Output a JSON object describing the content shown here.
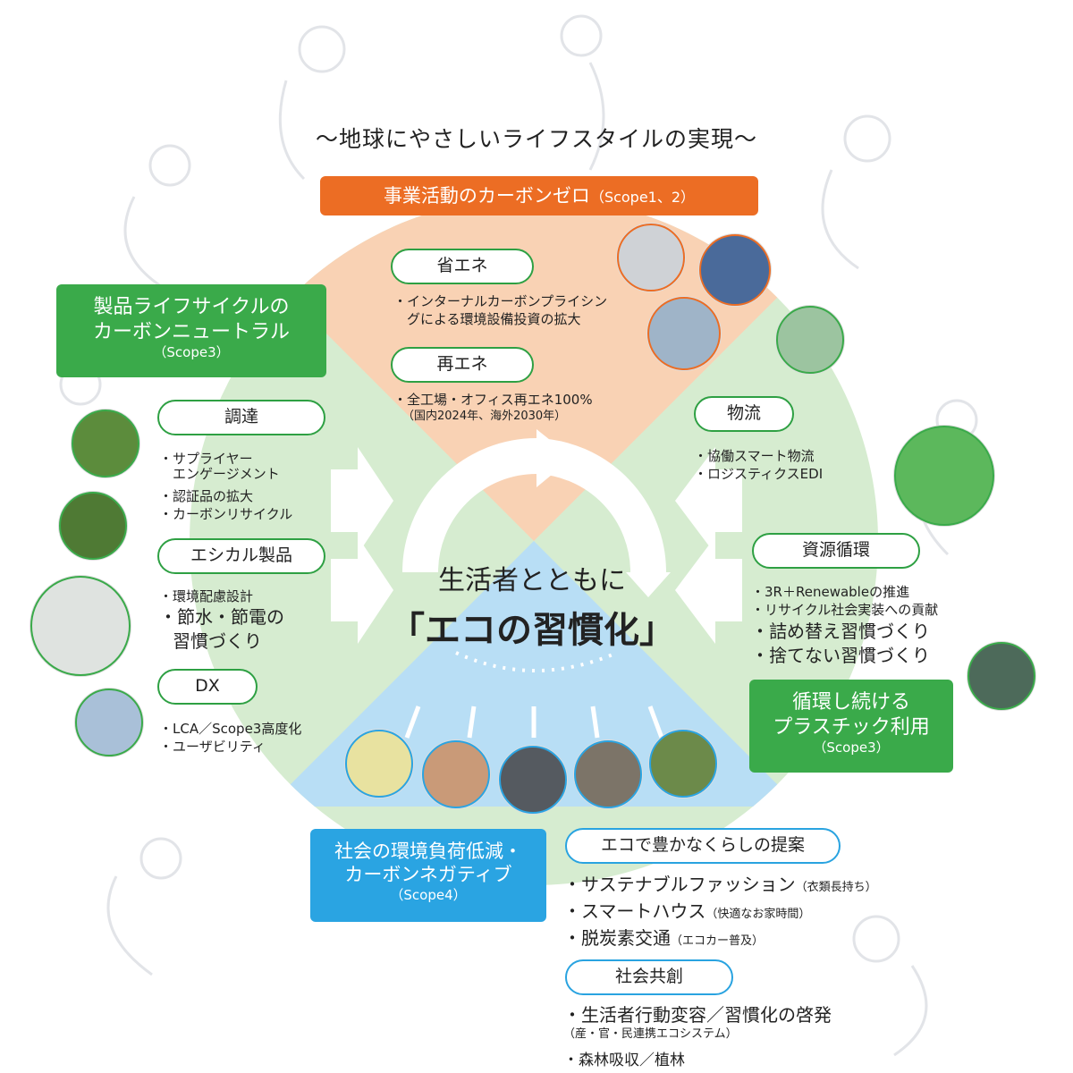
{
  "title": "～地球にやさしいライフスタイルの実現～",
  "center": {
    "line1": "生活者とともに",
    "line2": "「エコの習慣化」"
  },
  "top_box": {
    "label": "事業活動のカーボンゼロ",
    "scope": "（Scope1、2）"
  },
  "left_box": {
    "line1": "製品ライフサイクルの",
    "line2": "カーボンニュートラル",
    "scope": "（Scope3）"
  },
  "right_box": {
    "line1": "循環し続ける",
    "line2": "プラスチック利用",
    "scope": "（Scope3）"
  },
  "bottom_box": {
    "line1": "社会の環境負荷低減・",
    "line2": "カーボンネガティブ",
    "scope": "（Scope4）"
  },
  "top_sections": [
    {
      "pill": "省エネ",
      "items": [
        "インターナルカーボンプライシン",
        "グによる環境設備投資の拡大"
      ]
    },
    {
      "pill": "再エネ",
      "items": [
        "全工場・オフィス再エネ100%",
        "（国内2024年、海外2030年）"
      ]
    }
  ],
  "left_sections": [
    {
      "pill": "調達",
      "items": [
        "サプライヤー",
        "エンゲージメント",
        "認証品の拡大",
        "カーボンリサイクル"
      ]
    },
    {
      "pill": "エシカル製品",
      "items": [
        "環境配慮設計",
        "節水・節電の",
        "習慣づくり"
      ]
    },
    {
      "pill": "DX",
      "items": [
        "LCA／Scope3高度化",
        "ユーザビリティ"
      ]
    }
  ],
  "right_sections": [
    {
      "pill": "物流",
      "items": [
        "協働スマート物流",
        "ロジスティクスEDI"
      ]
    },
    {
      "pill": "資源循環",
      "items": [
        "3R＋Renewableの推進",
        "リサイクル社会実装への貢献",
        "詰め替え習慣づくり",
        "捨てない習慣づくり"
      ]
    }
  ],
  "bottom_sections": [
    {
      "pill": "エコで豊かなくらしの提案",
      "items": [
        {
          "main": "サステナブルファッション",
          "note": "（衣類長持ち）"
        },
        {
          "main": "スマートハウス",
          "note": "（快適なお家時間）"
        },
        {
          "main": "脱炭素交通",
          "note": "（エコカー普及）"
        }
      ]
    },
    {
      "pill": "社会共創",
      "items": [
        {
          "main": "生活者行動変容／習慣化の啓発",
          "note": "（産・官・民連携エコシステム）"
        },
        {
          "main": "森林吸収／植林",
          "note": ""
        }
      ]
    }
  ],
  "colors": {
    "orange": "#ec6d24",
    "green": "#3aaa4a",
    "blue": "#2aa4e2",
    "orange_bg": "#f9d2b4",
    "green_bg": "#d6ecd0",
    "blue_bg": "#b8def5"
  }
}
